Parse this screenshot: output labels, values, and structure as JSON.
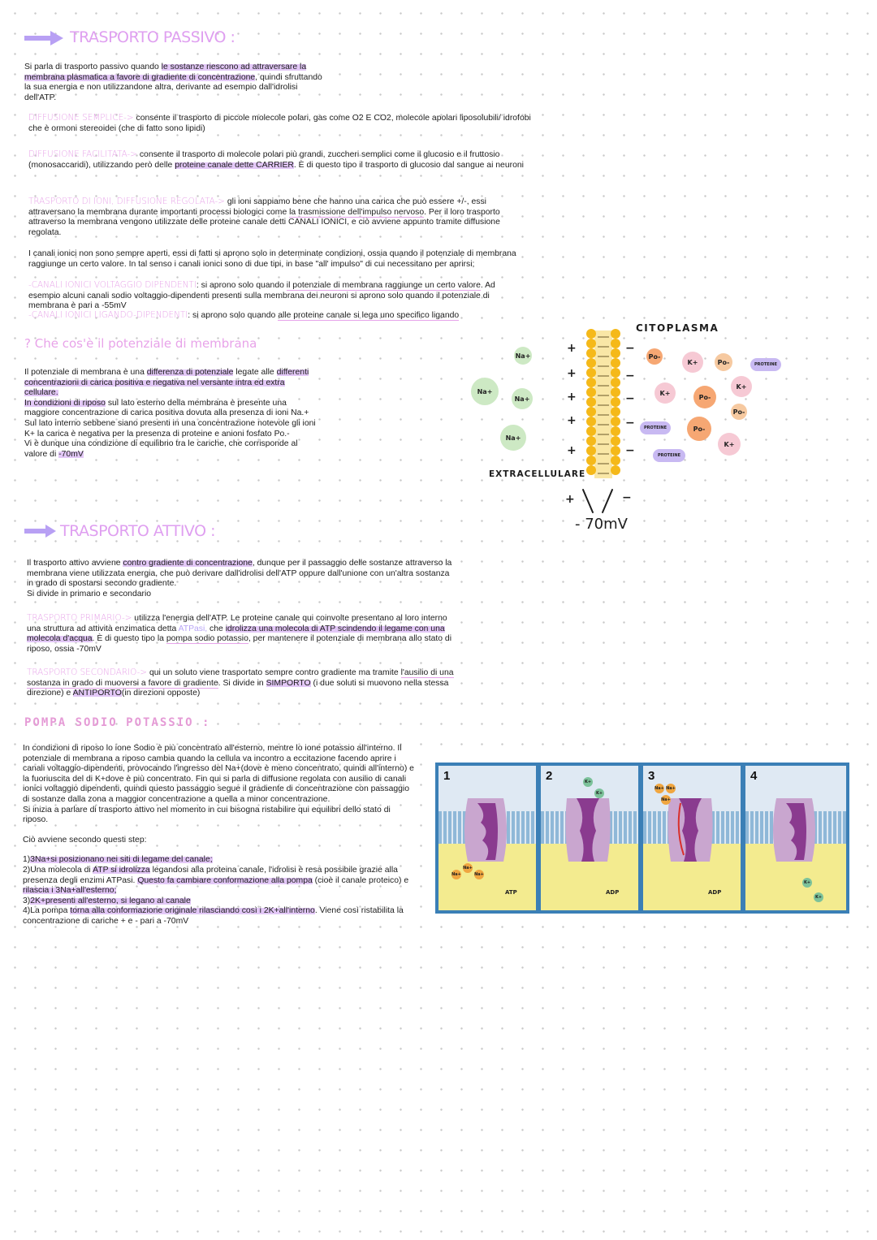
{
  "passive": {
    "title": "TRASPORTO PASSIVO :",
    "intro_pre": "Si parla di trasporto passivo quando ",
    "intro_hl": "le sostanze riescono ad attraversare la membrana plasmatica a favore di gradiente di concentrazione",
    "intro_post": ", quindi sfruttando la sua energia e non utilizzandone altra, derivante ad esempio dall'idrolisi dell'ATP.",
    "simple_label": "DIFFUSIONE SEMPLICE->",
    "simple_text": " consente il trasporto di piccole molecole polari, gas come O2 E CO2, molecole apolari liposolubili/ idrofobi che è ormoni stereoidei (che di fatto sono lipidi)",
    "facilitated_label": "DIFFUSIONE FACILITATA->",
    "facilitated_pre": " consente il trasporto di molecole polari più grandi, zuccheri semplici come il glucosio e il fruttosio (monosaccaridi), utilizzando però delle ",
    "facilitated_hl": "proteine canale dette CARRIER",
    "facilitated_post": ". È di questo tipo il trasporto di glucosio dal sangue ai neuroni",
    "ions_label": "TRASPORTO DI IONI, DIFFUSIONE REGOLATA->",
    "ions_pre": " gli ioni sappiamo bene che hanno una carica che può essere +/-, essi attraversano la membrana durante importanti processi biologici come ",
    "ions_ul": "la trasmissione dell'impulso nervoso",
    "ions_post": ". Per il loro trasporto attraverso la membrana vengono utilizzate delle proteine canale detti CANALI IONICI, e ciò avviene appunto tramite diffusione regolata.",
    "channels_text": "I canali ionici non sono sempre aperti, essi di fatti si aprono solo in determinate condizioni, ossia quando il potenziale di membrana raggiunge un certo valore. In tal senso i canali ionici sono di due tipi, in base \"all' impulso\" di cui necessitano per aprirsi;",
    "voltage_label": "-CANALI IONICI VOLTAGGIO DIPENDENTI",
    "voltage_pre": ": si aprono solo quando ",
    "voltage_ul": "il potenziale di membrana raggiunge un certo valore",
    "voltage_post": ". Ad esempio alcuni canali sodio voltaggio-dipendenti presenti sulla membrana dei neuroni si aprono solo quando il potenziale di membrana è pari a -55mV",
    "ligand_label": "-CANALI IONICI LIGANDO-DIPENDENTI",
    "ligand_pre": ": si aprono solo quando ",
    "ligand_ul": "alle proteine canale si lega uno specifico ligando"
  },
  "potential": {
    "title": "? Che cos'è il potenziale di membrana",
    "p1_pre": "Il potenziale di membrana è una ",
    "p1_hl": "differenza di potenziale",
    "p1_mid": " legate alle ",
    "p1_hl2": "differenti concentrazioni di carica positiva e negativa nel versante intra ed extra cellulare.",
    "p2_hl": "In condizioni di riposo",
    "p2_post": " sul lato esterno della membrana è presente una maggiore concentrazione di carica positiva dovuta alla presenza di ioni Na.+",
    "p3": "Sul lato interno sebbene siano presenti in una concentrazione notevole gli ioni K+ la carica è negativa per la presenza di proteine e anioni fosfato Po.-",
    "p4_pre": "Vi è dunque una condizione di equilibrio tra le cariche, che corrisponde al valore di ",
    "p4_hl": "-70mV"
  },
  "membrane_diagram": {
    "label_top": "CITOPLASMA",
    "label_bottom": "EXTRACELLULARE",
    "value": "- 70mV",
    "plus": "+",
    "minus": "−",
    "na": "Na+",
    "k": "K+",
    "po": "Po-",
    "proteine": "PROTEINE",
    "colors": {
      "na": "#cde9c4",
      "k": "#f6c9d4",
      "po": "#f6a773",
      "proteine": "#c8b9f2",
      "lipid": "#f5b919"
    }
  },
  "active": {
    "title": "TRASPORTO ATTIVO :",
    "intro_pre": "Il trasporto attivo avviene ",
    "intro_hl": "contro gradiente di concentrazione",
    "intro_post": ", dunque per il passaggio delle sostanze attraverso la membrana viene utilizzata energia, che può derivare dall'idrolisi dell'ATP oppure dall'unione con un'altra sostanza in grado di spostarsi secondo gradiente.",
    "intro_end": "Si divide in primario e secondario",
    "primary_label": "TRASPORTO PRIMARIO->",
    "primary_pre": " utilizza l'energia dell'ATP. Le proteine canale qui coinvolte presentano al loro interno una struttura ad attività enzimatica detta ",
    "primary_atp": "ATPasi,",
    "primary_mid": " che ",
    "primary_hl": "idrolizza una molecola di ATP scindendo il legame con una molecola d'acqua",
    "primary_post": ". È di questo tipo la ",
    "primary_ul": "pompa sodio potassio",
    "primary_end": ", per mantenere il potenziale di membrana allo stato di riposo, ossia -70mV",
    "secondary_label": "TRASPORTO SECONDARIO->",
    "secondary_pre": " qui un soluto viene trasportato sempre contro gradiente ma tramite ",
    "secondary_ul": "l'ausilio di una sostanza in grado di muoversi a favore di gradiente",
    "secondary_mid": ". Si divide in ",
    "secondary_hl": "SIMPORTO",
    "secondary_mid2": " (i due soluti si muovono nella stessa direzione) e ",
    "secondary_hl2": "ANTIPORTO",
    "secondary_end": "(in direzioni opposte)"
  },
  "pump": {
    "title": "POMPA SODIO POTASSIO :",
    "p1": "In condizioni di riposo lo ione Sodio è più concentrato all'esterno, mentre lo ione potassio all'interno. Il potenziale di membrana a riposo cambia quando la cellula va incontro a eccitazione facendo aprire i canali voltaggio-dipendenti, provocando l'ingresso del Na+(dove è meno concentrato, quindi all'interno) e la fuoriuscita del di K+dove è più concentrato. Fin qui si parla di diffusione regolata con ausilio di canali ionici voltaggio dipendenti, quindi questo passaggio segue il gradiente di concentrazione con passaggio di sostanze dalla zona a maggior concentrazione a quella a minor concentrazione.",
    "p2": "Si inizia a parlare di trasporto attivo nel momento in cui bisogna ristabilire qui equilibri dello stato di riposo.",
    "p3": "Ciò avviene secondo questi step:",
    "s1_pre": "1)",
    "s1_hl": "3Na+si posizionano nei siti di legame del canale;",
    "s2_pre": "2)Una molecola di ",
    "s2_hl": "ATP si idrolizza",
    "s2_mid": " legandosi alla proteina canale, l'idrolisi è resa possibile grazie alla presenza degli enzimi ATPasi. ",
    "s2_hl2": "Questo fa cambiare conformazione alla pompa",
    "s2_mid2": " (cioè il canale proteico) e ",
    "s2_hl3": "rilascia i 3Na+all'esterno;",
    "s3_pre": "3)",
    "s3_hl": "2K+presenti all'esterno, si legano al canale",
    "s4_pre": "4)La pompa ",
    "s4_hl": "torna alla conformazione originale rilasciando così i 2K+all'interno",
    "s4_post": ". Viene così ristabilita la concentrazione di cariche + e - pari a -70mV",
    "panels": [
      "1",
      "2",
      "3",
      "4"
    ],
    "atp": "ATP",
    "adp": "ADP",
    "na": "Na+",
    "k": "K+"
  }
}
